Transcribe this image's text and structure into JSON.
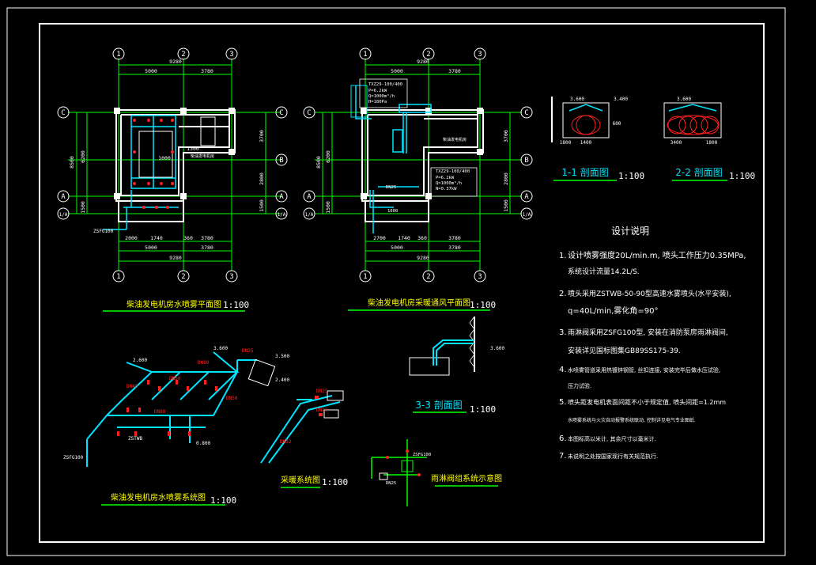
{
  "axis_labels": {
    "one": "1",
    "two": "2",
    "three": "3",
    "A": "A",
    "B": "B",
    "C": "C",
    "A1": "1/A"
  },
  "dims": {
    "total": "9280",
    "d5000": "5000",
    "d3780": "3780",
    "d2000": "2000",
    "d1740": "1740",
    "d360": "360",
    "d2700": "2700",
    "d8500": "8500",
    "d6200": "6200",
    "d3700": "3700",
    "d2800": "2800",
    "d1500": "1500",
    "d1300": "1300",
    "d1000": "1000",
    "d1800": "1800",
    "d1400": "1400",
    "d3400": "3400",
    "d600": "600",
    "d9280": "9280"
  },
  "elevations": {
    "e3600": "3.600",
    "e2600": "2.600",
    "e2400": "2.400",
    "e3500": "3.500",
    "e0800": "0.800",
    "e3400": "3.400"
  },
  "pipe_labels": {
    "dn80": "DN80",
    "dn25": "DN25",
    "dn50": "DN50",
    "dn20": "DN20",
    "dn40": "DN40",
    "dn32": "DN32",
    "zsfg100": "ZSFG100",
    "zstwb": "ZSTWB"
  },
  "room_label": "柴油发电机房",
  "eq_tag1": "TXZ29-100/400",
  "eq_lines": [
    "P=6.2kW",
    "Q=1000m³/h",
    "H=180Pa",
    "N=0.37kW"
  ],
  "scale": "1:100",
  "titles": {
    "plan1": "柴油发电机房水喷雾平面图",
    "plan2": "柴油发电机房采暖通风平面图",
    "sec11": "1-1 剖面图",
    "sec22": "2-2 剖面图",
    "sec33": "3-3 剖面图",
    "sys1": "柴油发电机房水喷雾系统图",
    "sys2": "采暖系统图",
    "sys3": "雨淋阀组系统示意图"
  },
  "notes": {
    "heading": "设计说明",
    "items": [
      {
        "num": "1.",
        "main": "设计喷雾强度20L/min.m, 喷头工作压力0.35MPa,",
        "sub": "系统设计流量14.2L/S."
      },
      {
        "num": "2.",
        "main": "喷头采用ZSTWB-50-90型高速水雾喷头(水平安装),",
        "sub": "q=40L/min,雾化角=90°"
      },
      {
        "num": "3.",
        "main": "雨淋阀采用ZSFG100型, 安装在消防泵房雨淋阀间,",
        "sub": "安装详见国标图集GB89SS175-39."
      },
      {
        "num": "4.",
        "main": "水喷雾管道采用热镀锌钢管, 丝扣连接, 安装完毕后做水压试验,",
        "sub": "压力试验."
      },
      {
        "num": "5.",
        "main": "喷头距发电机表面间距不小于规定值, 喷头间距=1.2mm",
        "sub": "水喷雾系统与火灾自动报警系统联动, 控制详见电气专业图纸."
      },
      {
        "num": "6.",
        "main": "本图标高以米计, 其余尺寸以毫米计.",
        "sub": ""
      },
      {
        "num": "7.",
        "main": "未说明之处按国家现行有关规范执行.",
        "sub": ""
      }
    ]
  },
  "colors": {
    "background": "#000000",
    "frame": "#ffffff",
    "wall": "#ffffff",
    "pipe": "#00e5ff",
    "dimension": "#00ff00",
    "text_yellow": "#ffff00",
    "node_red": "#ff2020",
    "note_text": "#ffffff"
  }
}
